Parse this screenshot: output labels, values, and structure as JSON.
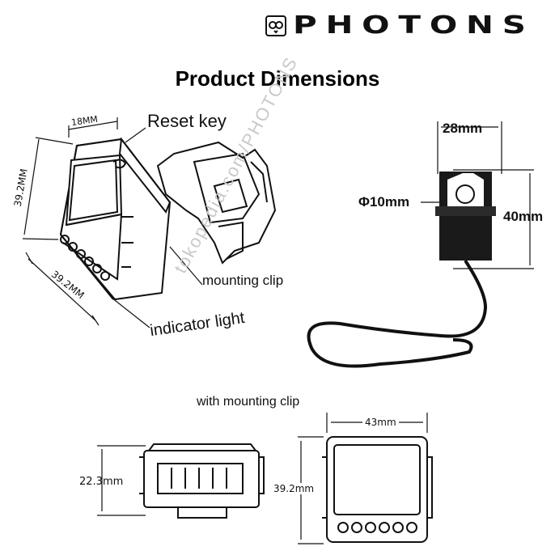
{
  "brand": {
    "name": "PHOTONS",
    "logo_icon": "owl-icon"
  },
  "title": "Product Dimensions",
  "watermark": "tokopedia.com/PHOTONS",
  "main_view": {
    "width_top": "18MM",
    "height_left": "39.2MM",
    "width_bottom": "39.2MM",
    "reset_key": "Reset key",
    "mounting_clip": "mounting clip",
    "indicator_light": "indicator light"
  },
  "ct_clamp": {
    "width": "28mm",
    "hole": "Φ10mm",
    "height": "40mm"
  },
  "clip_views": {
    "caption": "with mounting clip",
    "side_height": "22.3mm",
    "front_width": "43mm",
    "front_height": "39.2mm"
  }
}
